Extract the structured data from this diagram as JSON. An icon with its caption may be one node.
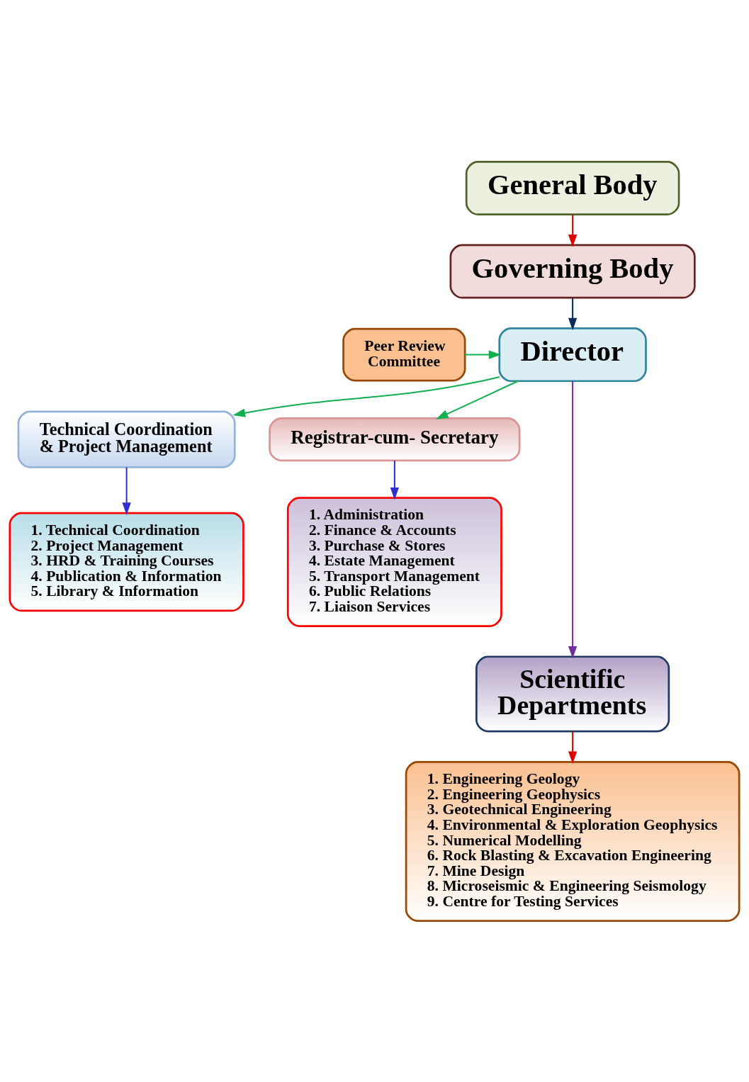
{
  "diagram": {
    "nodes": [
      {
        "text": [
          "General Body"
        ]
      },
      {
        "text": [
          "Governing Body"
        ]
      },
      {
        "text": [
          "Peer Review Committee"
        ]
      },
      {
        "text": [
          "Director"
        ]
      },
      {
        "text": [
          "Technical Coordination & Project Management"
        ]
      },
      {
        "text": [
          "Registrar-cum- Secretary"
        ]
      },
      {
        "text": [
          "1. Technical Coordination",
          "2. Project Management",
          "3. HRD & Training Courses",
          "4. Publication & Information",
          "5. Library & Information"
        ]
      },
      {
        "text": [
          "1. Administration",
          "2. Finance & Accounts",
          "3. Purchase & Stores",
          "4. Estate Management",
          "5. Transport Management",
          "6. Public Relations",
          "7. Liaison Services"
        ]
      },
      {
        "text": [
          "Scientific Departments"
        ]
      },
      {
        "text": [
          "1. Engineering Geology",
          "2. Engineering Geophysics",
          "3. Geotechnical Engineering",
          "4. Environmental & Exploration Geophysics",
          "5. Numerical Modelling",
          "6. Rock Blasting & Excavation Engineering",
          "7. Mine Design",
          "8. Microseismic & Engineering Seismology",
          "9. Centre for Testing Services"
        ]
      }
    ],
    "edges": [
      {
        "from": 0,
        "to": 1,
        "arrow": "to",
        "color": "#e00000"
      },
      {
        "from": 1,
        "to": 3,
        "arrow": "to",
        "color": "#0a2a5a"
      },
      {
        "from": 2,
        "to": 3,
        "arrow": "to",
        "color": "#10b050"
      },
      {
        "from": 3,
        "to": 4,
        "arrow": "to",
        "color": "#10b050"
      },
      {
        "from": 3,
        "to": 5,
        "arrow": "to",
        "color": "#10b050"
      },
      {
        "from": 3,
        "to": 8,
        "arrow": "to",
        "color": "#7030a0"
      },
      {
        "from": 4,
        "to": 6,
        "arrow": "to",
        "color": "#3030d0"
      },
      {
        "from": 5,
        "to": 7,
        "arrow": "to",
        "color": "#3030d0"
      },
      {
        "from": 8,
        "to": 9,
        "arrow": "to",
        "color": "#e00000"
      }
    ]
  }
}
